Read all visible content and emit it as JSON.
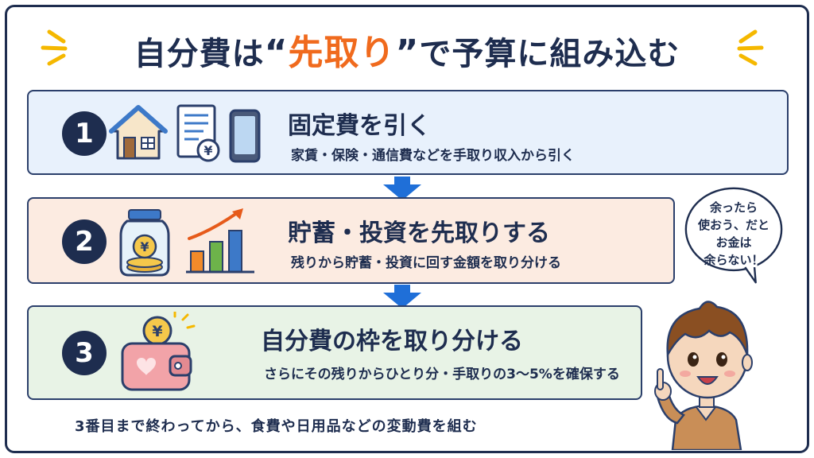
{
  "title": {
    "part1": "自分費は",
    "open_quote": "“",
    "highlight": "先取り",
    "close_quote": "”",
    "part2": "で予算に組み込む"
  },
  "steps": [
    {
      "number": "1",
      "heading": "固定費を引く",
      "description": "家賃・保険・通信費などを手取り収入から引く",
      "icons": [
        "house-icon",
        "bill-yen-icon",
        "smartphone-icon"
      ],
      "color": "#e8f1fc"
    },
    {
      "number": "2",
      "heading": "貯蓄・投資を先取りする",
      "description": "残りから貯蓄・投資に回す金額を取り分ける",
      "icons": [
        "savings-jar-icon",
        "growth-chart-icon"
      ],
      "color": "#fcebe1"
    },
    {
      "number": "3",
      "heading": "自分費の枠を取り分ける",
      "description": "さらにその残りからひとり分・手取りの3〜5%を確保する",
      "icons": [
        "wallet-coin-icon"
      ],
      "color": "#e8f3e6"
    }
  ],
  "speech_bubble": {
    "lines": [
      "余ったら",
      "使おう、だと",
      "お金は",
      "余らない！"
    ]
  },
  "footer": "3番目まで終わってから、食費や日用品などの変動費を組む",
  "colors": {
    "navy": "#1e2d4f",
    "accent": "#f06a1d",
    "arrow": "#1f6fd8",
    "spark": "#f5b800"
  }
}
